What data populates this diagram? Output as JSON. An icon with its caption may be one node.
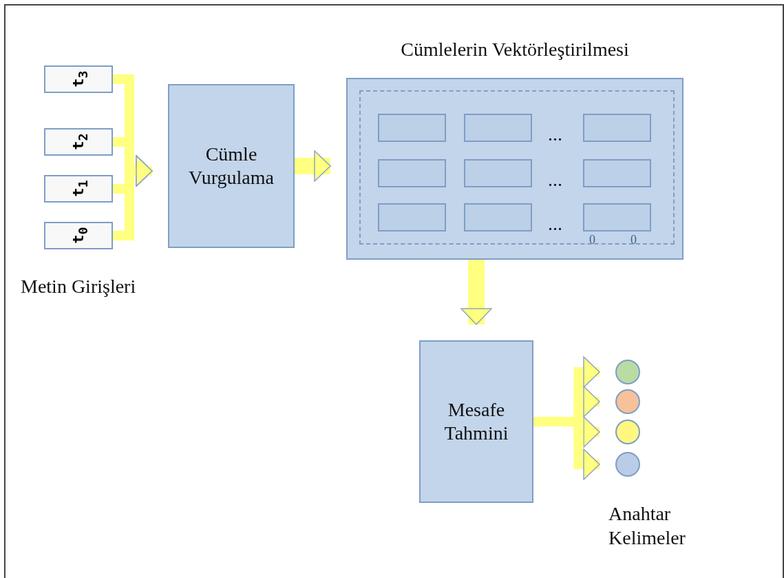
{
  "diagram": {
    "nodes": [
      {
        "text": [
          "t$_{3}$"
        ]
      },
      {
        "text": [
          "t$_{2}$"
        ]
      },
      {
        "text": [
          "t$_{1}$"
        ]
      },
      {
        "text": [
          "t$_{0}$"
        ]
      },
      {
        "text": [
          "Cümle Vurgulama"
        ]
      },
      {
        "text": [
          "Cümlelerin Vektörleştirilmesi"
        ]
      },
      {
        "text": [],
        "shape": "box",
        "in": 5
      },
      {
        "text": [],
        "shape": "box",
        "in": 6
      },
      {
        "text": [],
        "shape": "box",
        "in": 6
      },
      {
        "text": [],
        "shape": "box",
        "in": 6
      },
      {
        "text": [],
        "shape": "box",
        "in": 6
      },
      {
        "text": [],
        "shape": "box",
        "in": 6
      },
      {
        "text": [],
        "shape": "box",
        "in": 6
      },
      {
        "text": [],
        "shape": "box",
        "in": 6
      },
      {
        "text": [],
        "shape": "box",
        "in": 6
      },
      {
        "text": [],
        "shape": "box",
        "in": 6
      },
      {
        "text": [
          "Mesafe Tahmini"
        ]
      },
      {
        "text": [],
        "shape": "circle"
      },
      {
        "text": [],
        "shape": "circle"
      },
      {
        "text": [],
        "shape": "circle"
      },
      {
        "text": [],
        "shape": "circle"
      }
    ],
    "edges": [
      {
        "from": 0,
        "to": 4,
        "arrow": "to"
      },
      {
        "from": 1,
        "to": 4,
        "arrow": "to"
      },
      {
        "from": 2,
        "to": 4,
        "arrow": "to"
      },
      {
        "from": 3,
        "to": 4,
        "arrow": "to"
      },
      {
        "from": 4,
        "to": 5,
        "arrow": "to"
      },
      {
        "from": 5,
        "to": 16,
        "arrow": "to"
      },
      {
        "from": 16,
        "to": 17,
        "arrow": "to"
      },
      {
        "from": 16,
        "to": 18,
        "arrow": "to"
      },
      {
        "from": 16,
        "to": 19,
        "arrow": "to"
      },
      {
        "from": 16,
        "to": 20,
        "arrow": "to"
      }
    ],
    "labels": [
      "...",
      "...",
      "...",
      "0",
      "0",
      "Metin Girişleri",
      "Anahtar Kelimeler"
    ]
  }
}
